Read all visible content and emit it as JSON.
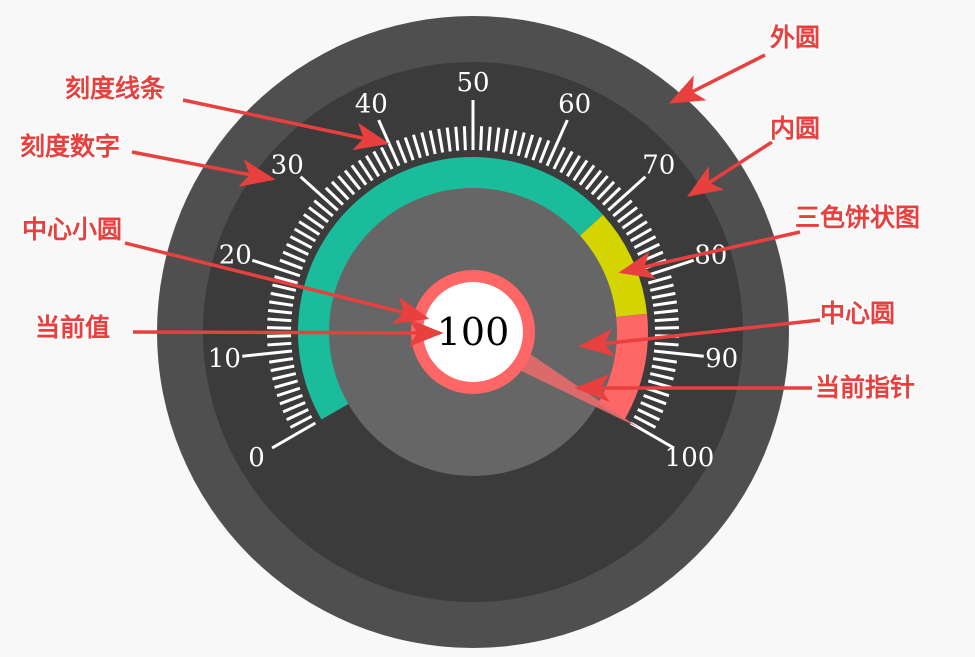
{
  "gauge": {
    "min": 0,
    "max": 100,
    "value": 100,
    "value_text": "100",
    "start_angle_deg": -120,
    "end_angle_deg": 120,
    "major_step": 10,
    "minor_step": 1,
    "tick_labels": [
      "0",
      "10",
      "20",
      "30",
      "40",
      "50",
      "60",
      "70",
      "80",
      "90",
      "100"
    ],
    "ranges": [
      {
        "from": 0,
        "to": 70,
        "color": "#1abc9c"
      },
      {
        "from": 70,
        "to": 85,
        "color": "#d4d400"
      },
      {
        "from": 85,
        "to": 100,
        "color": "#ff6666"
      }
    ],
    "colors": {
      "outer": "#4f4f4f",
      "inner": "#3b3b3b",
      "center": "#666666",
      "ring": "#ff6666",
      "pointer": "#e86a6a",
      "tick": "#ffffff"
    }
  },
  "annotations": {
    "outer_circle": "外圆",
    "inner_circle": "内圆",
    "tricolor_pie": "三色饼状图",
    "center_circle": "中心圆",
    "current_pointer": "当前指针",
    "tick_lines": "刻度线条",
    "tick_numbers": "刻度数字",
    "center_small_circle": "中心小圆",
    "current_value": "当前值",
    "color": "#e8403f"
  }
}
